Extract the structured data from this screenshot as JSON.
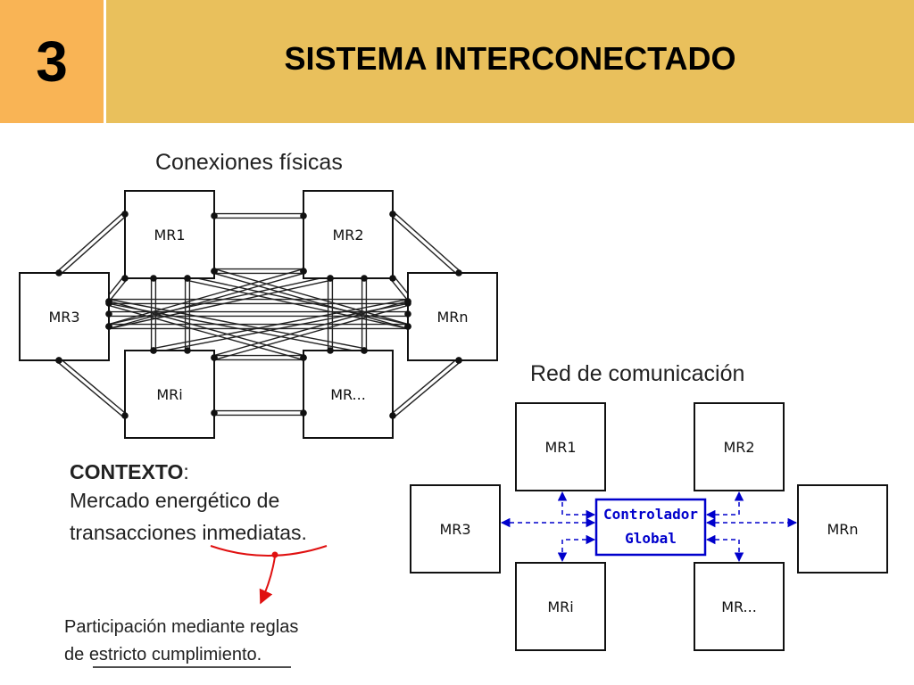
{
  "header": {
    "number": "3",
    "title": "SISTEMA INTERCONECTADO"
  },
  "physical": {
    "title": "Conexiones físicas",
    "nodes": [
      "MR1",
      "MR2",
      "MR3",
      "MRn",
      "MRi",
      "MR..."
    ]
  },
  "communication": {
    "title": "Red de comunicación",
    "nodes": [
      "MR1",
      "MR2",
      "MR3",
      "MRn",
      "MRi",
      "MR..."
    ],
    "controller": [
      "Controlador",
      "Global"
    ]
  },
  "context": {
    "heading": "CONTEXTO",
    "heading_suffix": ":",
    "line1": "Mercado energético de",
    "line2_pre": "transacciones ",
    "line2_underlined": "inmediatas",
    "line2_post": ".",
    "participation1": "Participación mediante reglas",
    "participation2_pre": "de ",
    "participation2_underlined": "estricto cumplimiento",
    "participation2_post": "."
  },
  "colors": {
    "accent_orange": "#f9b455",
    "header_gold": "#e9c05c",
    "comm_blue": "#0000cc",
    "annotation_red": "#e01010"
  }
}
